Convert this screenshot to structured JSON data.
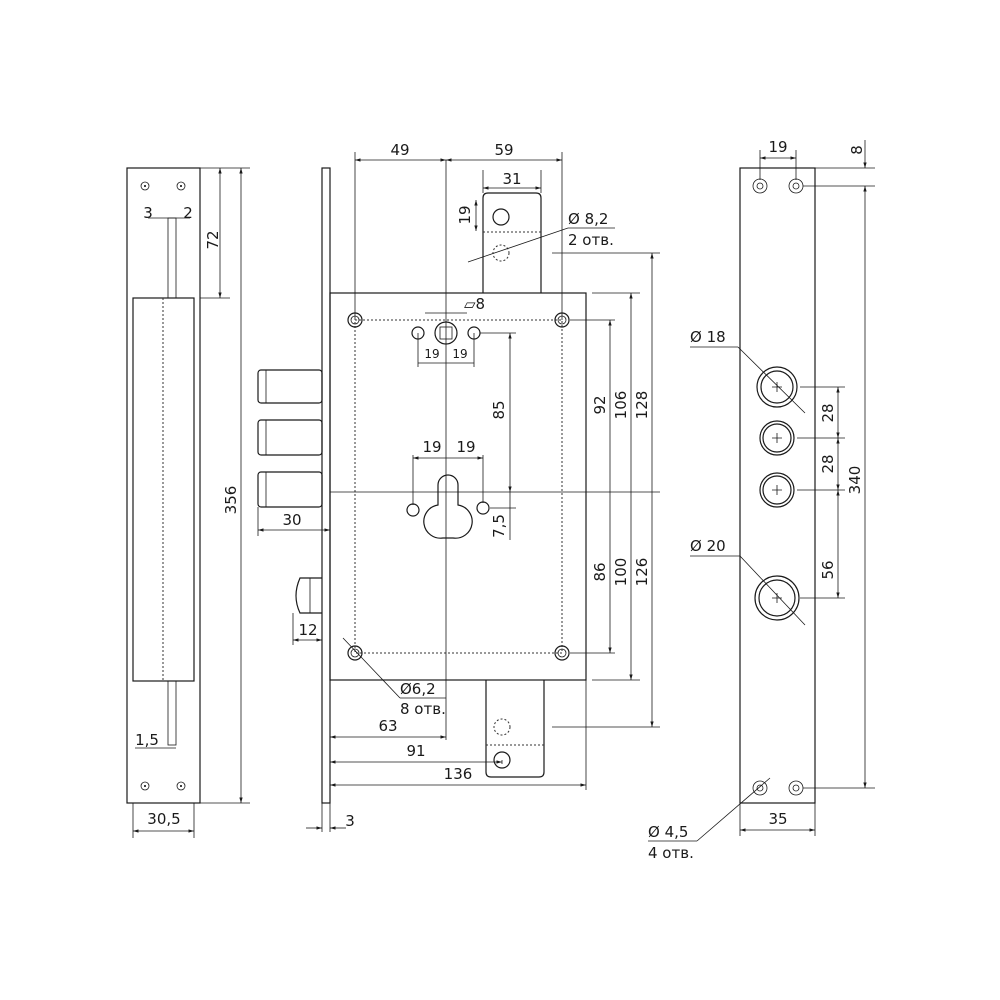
{
  "side_view": {
    "dim_3": "3",
    "dim_2": "2",
    "dim_72": "72",
    "dim_356": "356",
    "dim_1_5": "1,5",
    "dim_30_5": "30,5"
  },
  "front_view": {
    "dim_49": "49",
    "dim_59": "59",
    "dim_31": "31",
    "dim_19_tab": "19",
    "hole_8_2": "Ø 8,2",
    "hole_8_2_count": "2 отв.",
    "square_8": "▱8",
    "dim_19_a": "19",
    "dim_19_b": "19",
    "dim_85": "85",
    "dim_92": "92",
    "dim_106": "106",
    "dim_128": "128",
    "dim_19_c": "19",
    "dim_19_d": "19",
    "dim_7_5": "7,5",
    "dim_86": "86",
    "dim_100": "100",
    "dim_126": "126",
    "dim_30": "30",
    "dim_12": "12",
    "hole_6_2": "Ø6,2",
    "hole_6_2_count": "8 отв.",
    "dim_63": "63",
    "dim_91": "91",
    "dim_136": "136",
    "dim_3": "3"
  },
  "strike_plate": {
    "dim_19": "19",
    "dim_8": "8",
    "hole_18": "Ø 18",
    "dim_28_a": "28",
    "dim_28_b": "28",
    "dim_340": "340",
    "hole_20": "Ø 20",
    "dim_56": "56",
    "hole_4_5": "Ø 4,5",
    "hole_4_5_count": "4 отв.",
    "dim_35": "35"
  }
}
